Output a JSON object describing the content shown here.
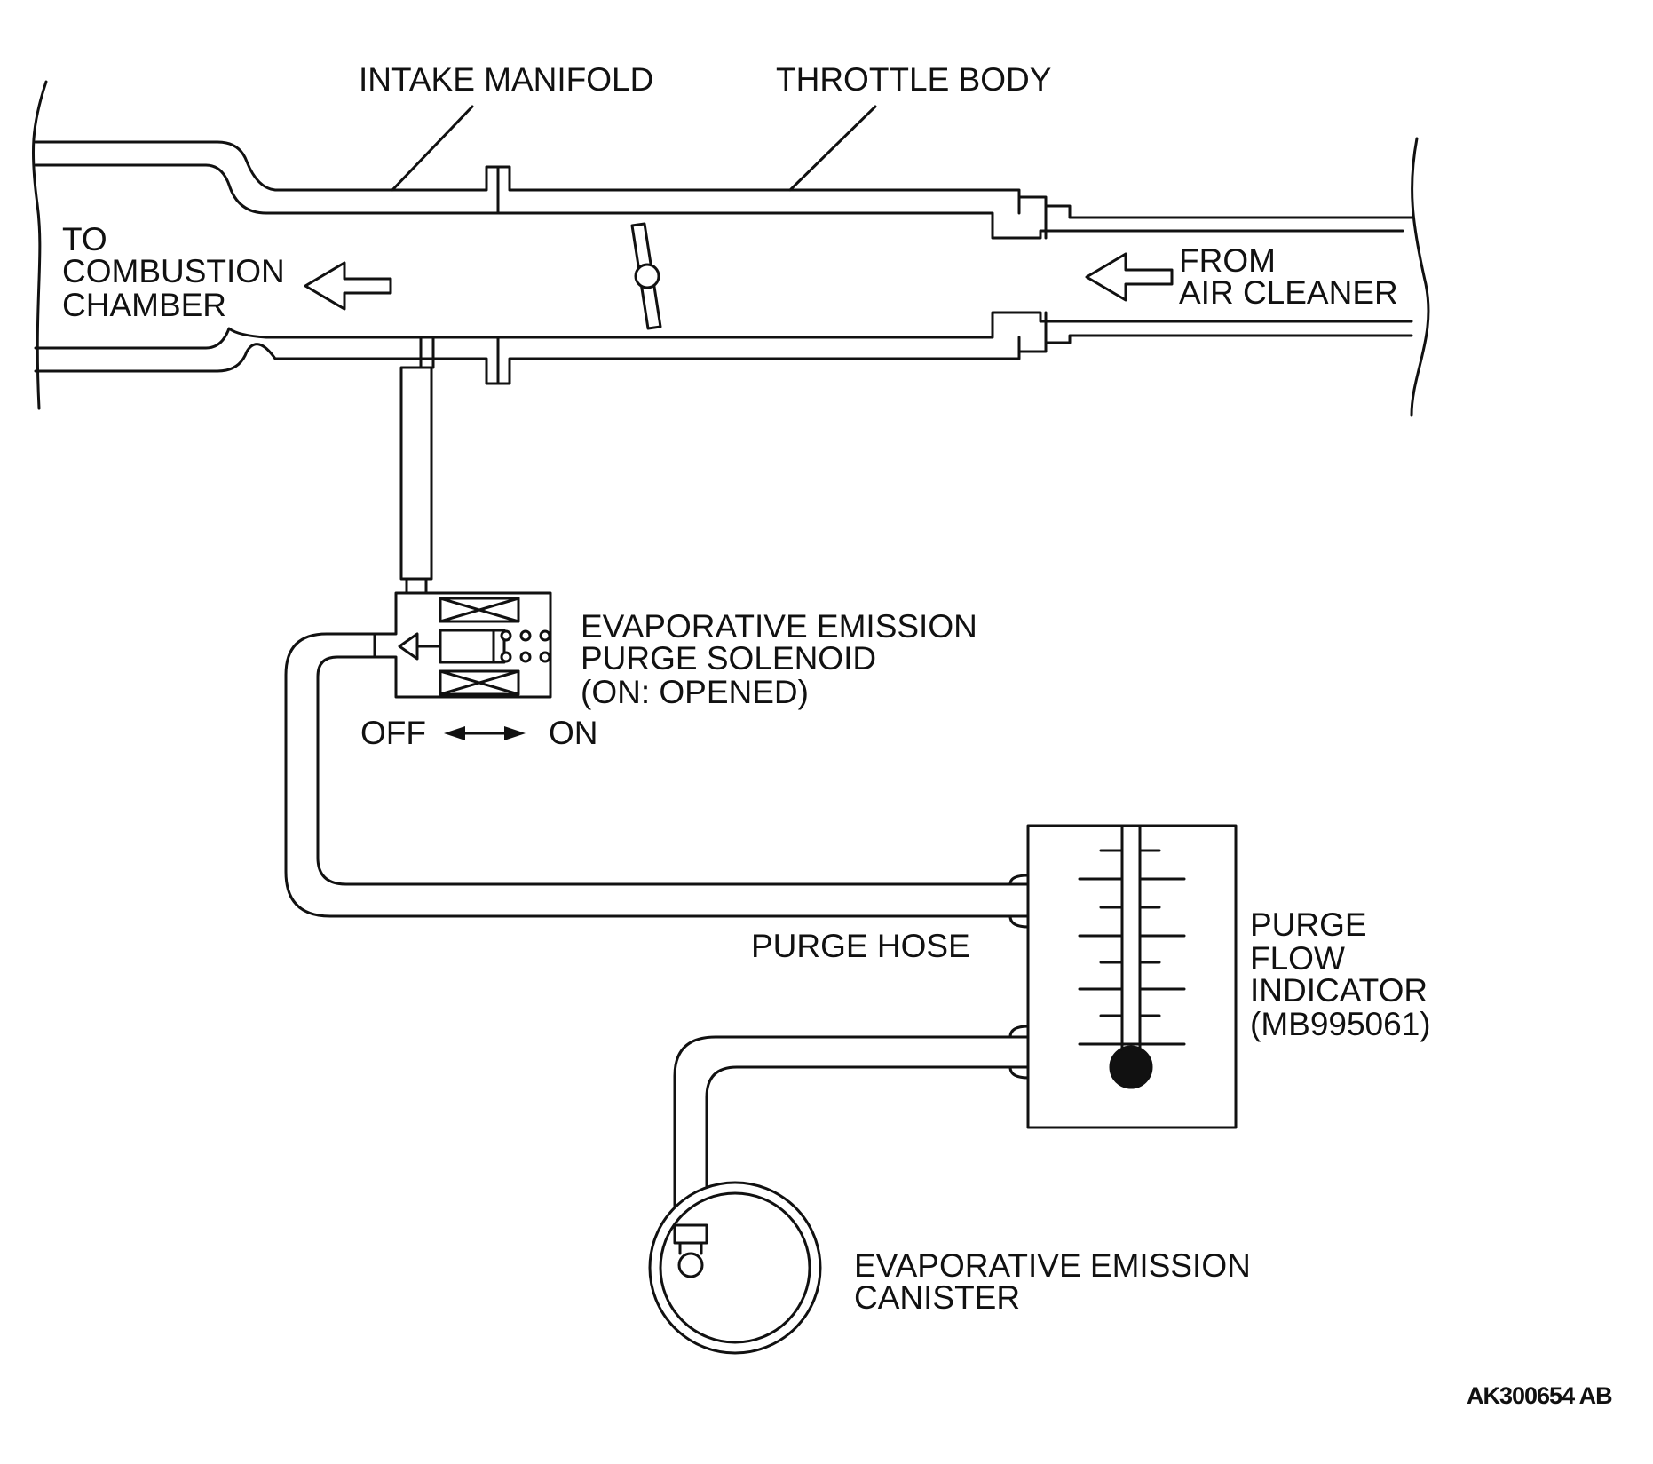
{
  "labels": {
    "intake_manifold": "INTAKE MANIFOLD",
    "throttle_body": "THROTTLE BODY",
    "to_combustion": [
      "TO",
      "COMBUSTION",
      "CHAMBER"
    ],
    "from_air_cleaner": [
      "FROM",
      "AIR CLEANER"
    ],
    "purge_solenoid": [
      "EVAPORATIVE EMISSION",
      "PURGE SOLENOID",
      "(ON: OPENED)"
    ],
    "off": "OFF",
    "on": "ON",
    "purge_hose": "PURGE HOSE",
    "purge_flow_indicator": [
      "PURGE",
      "FLOW",
      "INDICATOR",
      "(MB995061)"
    ],
    "canister": [
      "EVAPORATIVE EMISSION",
      "CANISTER"
    ],
    "figure_code": "AK300654 AB"
  }
}
